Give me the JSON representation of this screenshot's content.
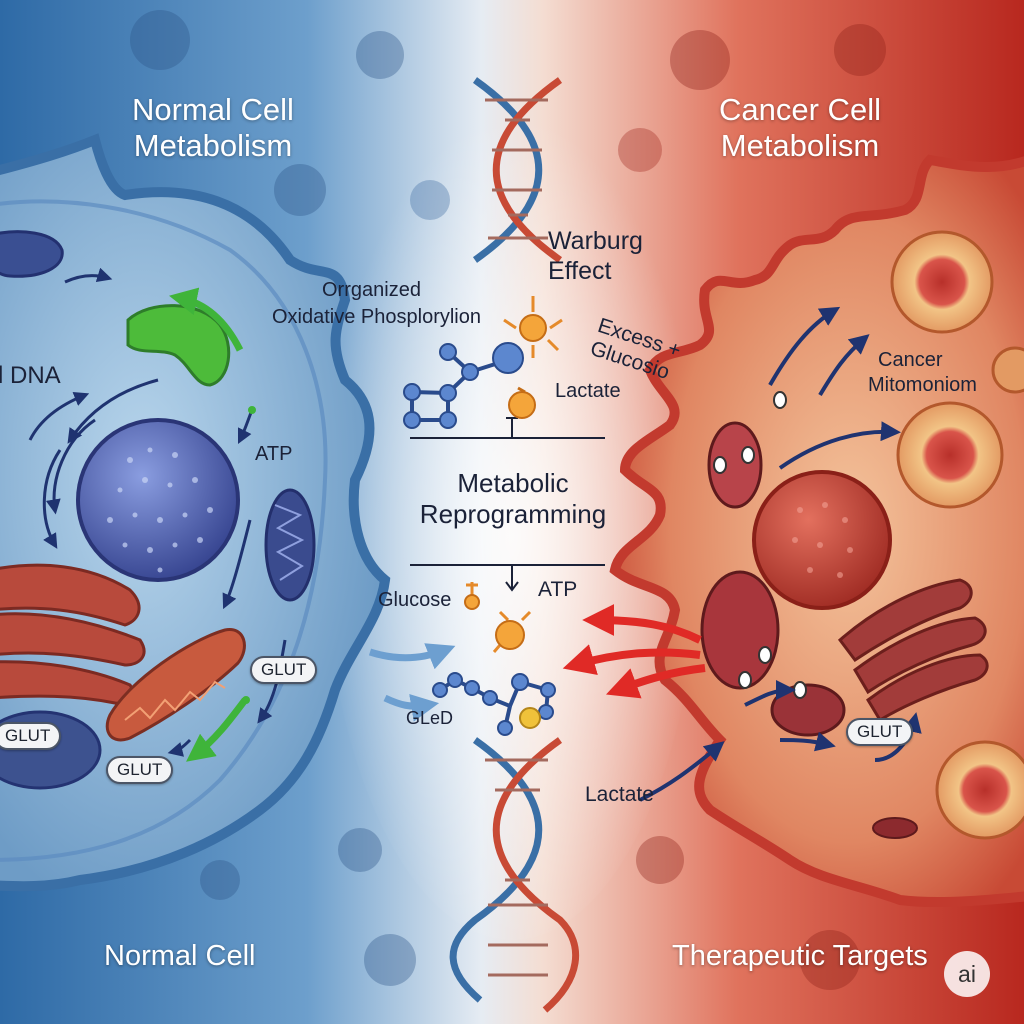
{
  "titles": {
    "normal_line1": "Normal Cell",
    "normal_line2": "Metabolism",
    "cancer_line1": "Cancer Cell",
    "cancer_line2": "Metabolism"
  },
  "center": {
    "warburg_line1": "Warburg",
    "warburg_line2": "Effect",
    "organized": "Orrganized",
    "oxidative": "Oxidative Phosplorylion",
    "lactate_top": "Lactate",
    "metabolic_line1": "Metabolic",
    "metabolic_line2": "Reprogramming",
    "glucose": "Glucose",
    "atp": "ATP",
    "gled": "GLeD",
    "lactate_bottom": "Lactate"
  },
  "normal_cell": {
    "dna": "l DNA",
    "atp": "ATP",
    "glut_a": "GLUT",
    "glut_b": "GLUT",
    "glut_c": "GLUT"
  },
  "cancer_cell": {
    "excess_line1": "Excess +",
    "excess_line2": "Glucosio",
    "mito_line1": "Cancer",
    "mito_line2": "Mitomoniom",
    "glut": "GLUT"
  },
  "footer": {
    "left": "Normal Cell",
    "right": "Therapeutic Targets",
    "badge": "ai"
  },
  "colors": {
    "normal_side": "#3f7fb8",
    "cancer_side": "#d8443a",
    "center_glow": "#f6e6de",
    "membrane_normal": "#3a6fa6",
    "membrane_cancer": "#c23a2e",
    "mito_red": "#b84a3c",
    "mito_green": "#4dbb3a",
    "nucleus_blue": "#4a5ba8",
    "nucleus_red": "#c23b2e",
    "arrow_navy": "#1f3370",
    "arrow_red": "#e02a26"
  }
}
